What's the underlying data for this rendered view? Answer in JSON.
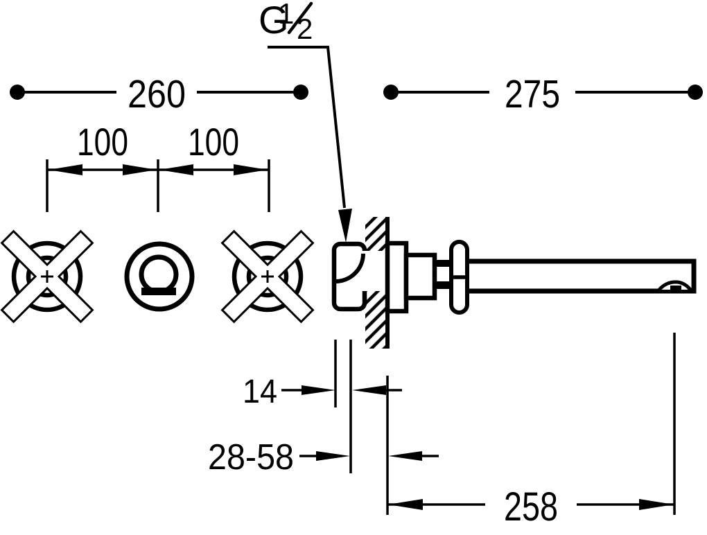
{
  "labels": {
    "g_thread": {
      "prefix": "G",
      "num": "1",
      "den": "2"
    },
    "dim_260": "260",
    "dim_275": "275",
    "dim_100_left": "100",
    "dim_100_right": "100",
    "dim_14": "14",
    "dim_28_58": "28-58",
    "dim_258": "258"
  },
  "colors": {
    "ink": "#000000",
    "paper": "#ffffff"
  }
}
